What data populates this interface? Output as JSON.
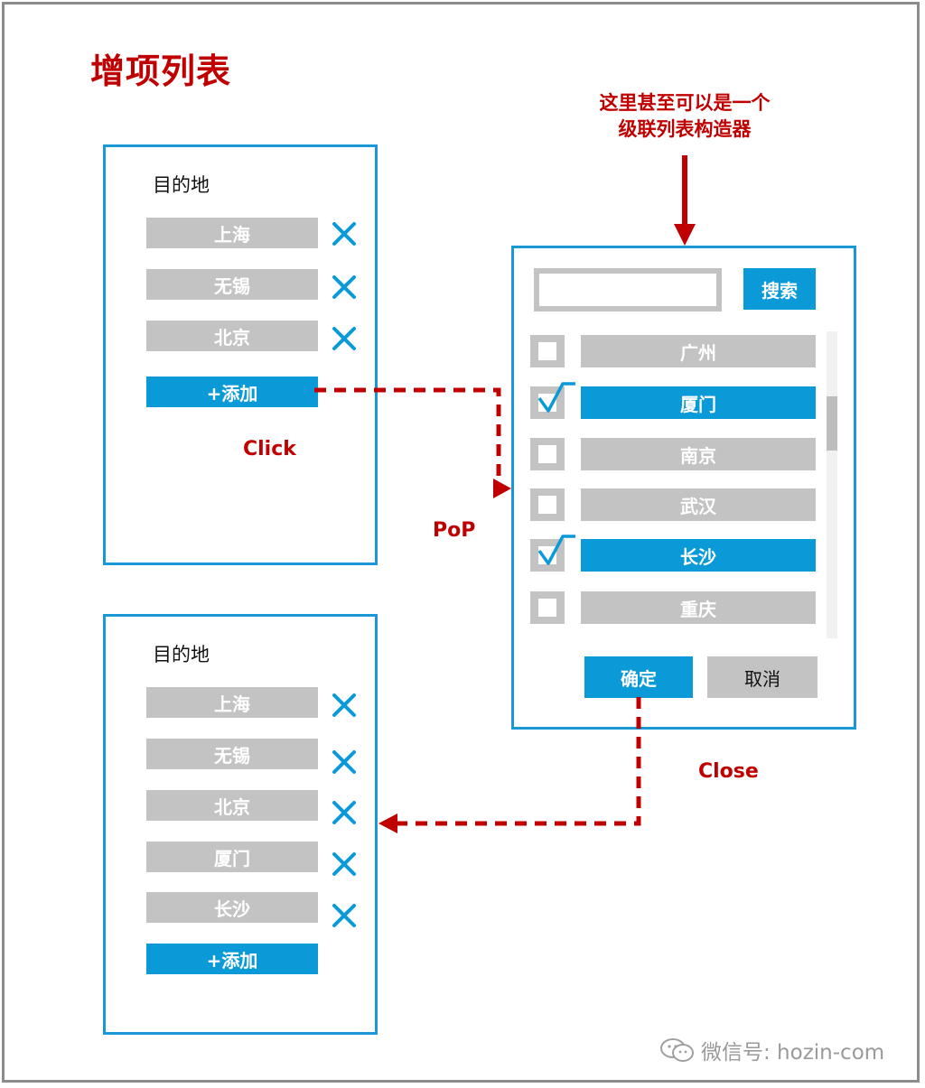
{
  "title": "增项列表",
  "note": {
    "line1": "这里甚至可以是一个",
    "line2": "级联列表构造器"
  },
  "panel_top": {
    "heading": "目的地",
    "items": [
      "上海",
      "无锡",
      "北京"
    ],
    "add_label": "+添加"
  },
  "panel_bottom": {
    "heading": "目的地",
    "items": [
      "上海",
      "无锡",
      "北京",
      "厦门",
      "长沙"
    ],
    "add_label": "+添加"
  },
  "popup": {
    "search_value": "",
    "search_label": "搜索",
    "options": [
      {
        "label": "广州",
        "checked": false
      },
      {
        "label": "厦门",
        "checked": true
      },
      {
        "label": "南京",
        "checked": false
      },
      {
        "label": "武汉",
        "checked": false
      },
      {
        "label": "长沙",
        "checked": true
      },
      {
        "label": "重庆",
        "checked": false
      }
    ],
    "confirm_label": "确定",
    "cancel_label": "取消"
  },
  "annotations": {
    "click": "Click",
    "pop": "PoP",
    "close": "Close"
  },
  "watermark": "微信号: hozin-com",
  "colors": {
    "accent_blue": "#0a9ad8",
    "frame_blue": "#1a98d5",
    "annotation_red": "#c00000",
    "item_gray": "#c3c3c3"
  },
  "icons": {
    "remove": "close-icon",
    "checked": "checkmark-icon",
    "arrow": "arrow-icon",
    "watermark": "wechat-icon"
  }
}
